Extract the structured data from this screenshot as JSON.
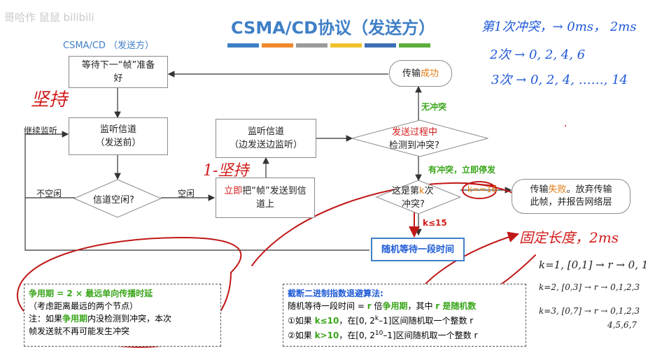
{
  "watermark": "哥哈作 鼠鼠 bilibili",
  "title": "CSMA/CD协议（发送方）",
  "subtitle": "CSMA/CD （发送方）",
  "title_bar_colors": [
    "#3f7fc6",
    "#ef8a2d",
    "#9a9a9a",
    "#f0c12d",
    "#3f6fb6",
    "#5cae3c"
  ],
  "nodes": {
    "wait_frame": "等待下一“帧”准备好",
    "listen_before": "监听信道\n（发送前）",
    "channel_idle": "信道空闲?",
    "send_prefix": "立即",
    "send_rest": "把“帧”发送到信道上",
    "listen_during": "监听信道\n（边发送边监听）",
    "detect_q1": "发送过程中",
    "detect_q2": "检测到冲突?",
    "success_prefix": "传输",
    "success_word": "成功",
    "kth_a": "这是第",
    "kth_k": "k",
    "kth_b": "次",
    "kth_c": "冲突?",
    "fail_a": "传输",
    "fail_word": "失败",
    "fail_b": "。放弃传输",
    "fail_c": "此帧，并报告网络层",
    "random_wait": "随机等待一段时间"
  },
  "edge_labels": {
    "keep_listening": "继续监听",
    "busy": "不空闲",
    "idle": "空闲",
    "no_collision": "无冲突",
    "has_collision": "有冲突，立即停发",
    "k_eq_16": "k==16",
    "k_le_15": "k≤15"
  },
  "contention": {
    "line1_a": "争用期",
    "line1_b": " = 2 × 最远单向传播时延",
    "line2": "（考虑距离最远的两个节点）",
    "line3_a": "注：如果",
    "line3_b": "争用期",
    "line3_c": "内没检测到冲突，本次",
    "line4": "帧发送就不再可能发生冲突"
  },
  "backoff": {
    "title": "截断二进制指数退避算法:",
    "line1_a": "随机等待一段时间 = ",
    "line1_r": "r",
    "line1_b": " 倍",
    "line1_c": "争用期",
    "line1_d": "，其中 ",
    "line1_e": "r 是随机数",
    "line2_a": "①如果 ",
    "line2_k": "k≤10",
    "line2_b": "，在[0, 2",
    "line2_sup": "k",
    "line2_c": "–1]区间随机取一个整数 r",
    "line3_a": "②如果 ",
    "line3_k": "k>10",
    "line3_b": "，在[0, 2",
    "line3_sup": "10",
    "line3_c": "–1]区间随机取一个整数 r"
  },
  "handwriting": {
    "persist": "坚持",
    "one_persist": "1-坚持",
    "first": "第1次冲突，→ 0ms， 2ms",
    "second": "2次 → 0, 2, 4, 6",
    "third": "3次 → 0, 2, 4, ……, 14",
    "fixed": "固定长度，2ms",
    "k1": "k=1, [0,1] → r → 0, 1",
    "k2": "k=2, [0,3] → r → 0,1,2,3",
    "k3": "k=3, [0,7] → r → 0,1,2,3",
    "k3b": "4,5,6,7"
  }
}
